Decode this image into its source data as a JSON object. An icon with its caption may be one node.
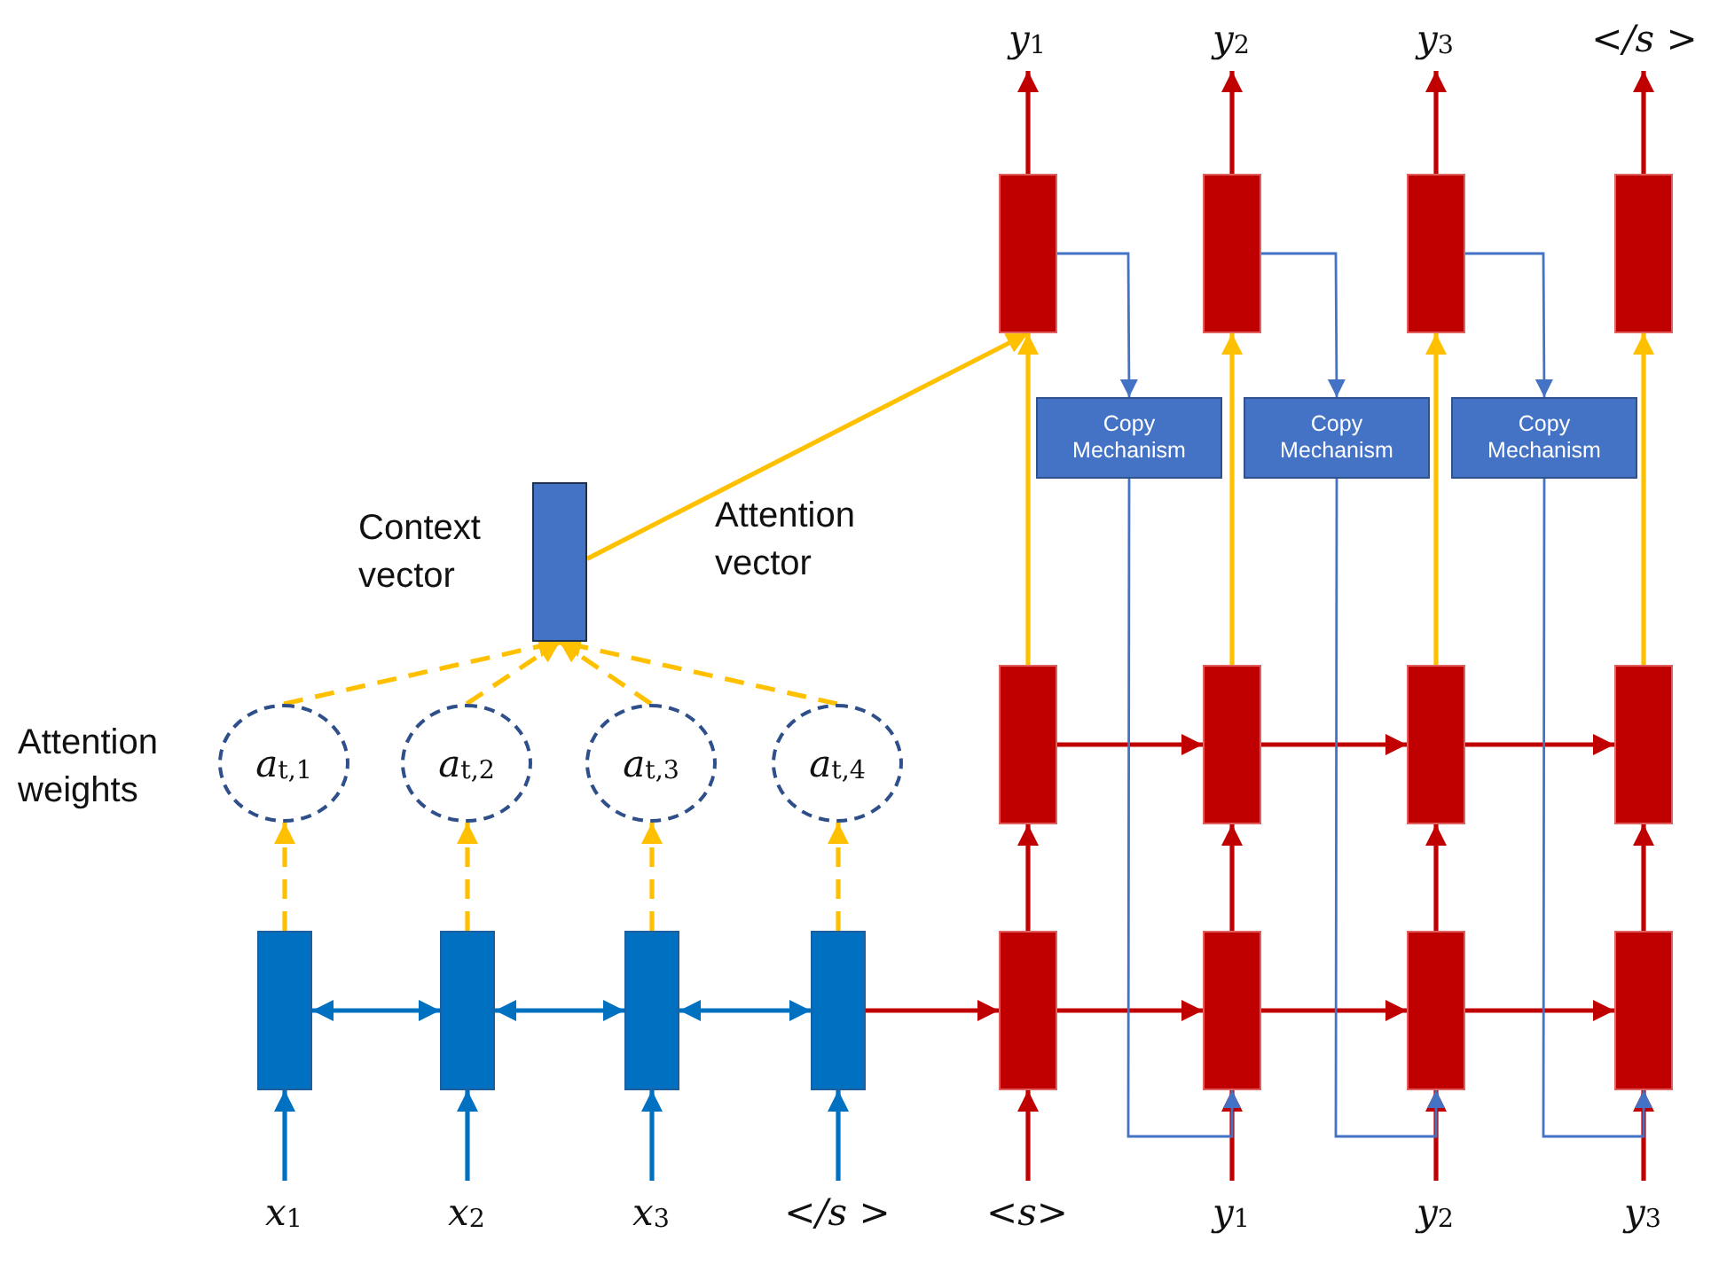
{
  "diagram": {
    "nodes": [
      {
        "text": [],
        "shape": "box"
      },
      {
        "text": [],
        "shape": "box"
      },
      {
        "text": [],
        "shape": "box"
      },
      {
        "text": [],
        "shape": "box"
      },
      {
        "text": [
          "a$_{t,1}$"
        ]
      },
      {
        "text": [
          "a$_{t,2}$"
        ]
      },
      {
        "text": [
          "a$_{t,3}$"
        ]
      },
      {
        "text": [
          "a$_{t,4}$"
        ]
      },
      {
        "text": [],
        "shape": "box",
        "beside": [
          "Context vector"
        ]
      },
      {
        "text": [],
        "shape": "box"
      },
      {
        "text": [],
        "shape": "box"
      },
      {
        "text": [],
        "shape": "box"
      },
      {
        "text": [],
        "shape": "box"
      },
      {
        "text": [],
        "shape": "box"
      },
      {
        "text": [],
        "shape": "box"
      },
      {
        "text": [],
        "shape": "box"
      },
      {
        "text": [],
        "shape": "box"
      },
      {
        "text": [],
        "shape": "box"
      },
      {
        "text": [],
        "shape": "box"
      },
      {
        "text": [],
        "shape": "box"
      },
      {
        "text": [],
        "shape": "box"
      },
      {
        "text": [
          "Copy Mechanism"
        ]
      },
      {
        "text": [
          "Copy Mechanism"
        ]
      },
      {
        "text": [
          "Copy Mechanism"
        ]
      },
      {
        "text": [
          "x$_{1}$"
        ]
      },
      {
        "text": [
          "x$_{2}$"
        ]
      },
      {
        "text": [
          "x$_{3}$"
        ]
      },
      {
        "text": [
          "</s >"
        ]
      },
      {
        "text": [
          "<s>"
        ]
      },
      {
        "text": [
          "y$_{1}$"
        ]
      },
      {
        "text": [
          "y$_{2}$"
        ]
      },
      {
        "text": [
          "y$_{3}$"
        ]
      },
      {
        "text": [
          "y$_{1}$"
        ]
      },
      {
        "text": [
          "y$_{2}$"
        ]
      },
      {
        "text": [
          "y$_{3}$"
        ]
      },
      {
        "text": [
          "</s >"
        ]
      }
    ],
    "edges": [
      {
        "from": 24,
        "to": 0,
        "arrow": "to",
        "color": "#0070c0"
      },
      {
        "from": 25,
        "to": 1,
        "arrow": "to",
        "color": "#0070c0"
      },
      {
        "from": 26,
        "to": 2,
        "arrow": "to",
        "color": "#0070c0"
      },
      {
        "from": 27,
        "to": 3,
        "arrow": "to",
        "color": "#0070c0"
      },
      {
        "from": 0,
        "to": 1,
        "arrow": "both",
        "color": "#0070c0"
      },
      {
        "from": 1,
        "to": 2,
        "arrow": "both",
        "color": "#0070c0"
      },
      {
        "from": 2,
        "to": 3,
        "arrow": "both",
        "color": "#0070c0"
      },
      {
        "from": 3,
        "to": 9,
        "arrow": "to"
      },
      {
        "from": 0,
        "to": 4,
        "arrow": "to",
        "style": "dashed",
        "color": "#ffc000"
      },
      {
        "from": 1,
        "to": 5,
        "arrow": "to",
        "style": "dashed",
        "color": "#ffc000"
      },
      {
        "from": 2,
        "to": 6,
        "arrow": "to",
        "style": "dashed",
        "color": "#ffc000"
      },
      {
        "from": 3,
        "to": 7,
        "arrow": "to",
        "style": "dashed",
        "color": "#ffc000"
      },
      {
        "from": 4,
        "to": 8,
        "arrow": "to",
        "style": "dashed",
        "color": "#ffc000"
      },
      {
        "from": 5,
        "to": 8,
        "arrow": "to",
        "style": "dashed",
        "color": "#ffc000"
      },
      {
        "from": 6,
        "to": 8,
        "arrow": "to",
        "style": "dashed",
        "color": "#ffc000"
      },
      {
        "from": 7,
        "to": 8,
        "arrow": "to",
        "style": "dashed",
        "color": "#ffc000"
      },
      {
        "from": 8,
        "to": 17,
        "arrow": "to",
        "color": "#ffc000",
        "label": "Attention vector"
      },
      {
        "from": 28,
        "to": 9,
        "arrow": "to"
      },
      {
        "from": 29,
        "to": 10,
        "arrow": "to"
      },
      {
        "from": 30,
        "to": 11,
        "arrow": "to"
      },
      {
        "from": 31,
        "to": 12,
        "arrow": "to"
      },
      {
        "from": 9,
        "to": 13,
        "arrow": "to"
      },
      {
        "from": 10,
        "to": 14,
        "arrow": "to"
      },
      {
        "from": 11,
        "to": 15,
        "arrow": "to"
      },
      {
        "from": 12,
        "to": 16,
        "arrow": "to"
      },
      {
        "from": 9,
        "to": 10,
        "arrow": "to"
      },
      {
        "from": 10,
        "to": 11,
        "arrow": "to"
      },
      {
        "from": 11,
        "to": 12,
        "arrow": "to"
      },
      {
        "from": 13,
        "to": 14,
        "arrow": "to"
      },
      {
        "from": 14,
        "to": 15,
        "arrow": "to"
      },
      {
        "from": 15,
        "to": 16,
        "arrow": "to"
      },
      {
        "from": 13,
        "to": 17,
        "arrow": "to",
        "color": "#ffc000"
      },
      {
        "from": 14,
        "to": 18,
        "arrow": "to",
        "color": "#ffc000"
      },
      {
        "from": 15,
        "to": 19,
        "arrow": "to",
        "color": "#ffc000"
      },
      {
        "from": 16,
        "to": 20,
        "arrow": "to",
        "color": "#ffc000"
      },
      {
        "from": 17,
        "to": 32,
        "arrow": "to"
      },
      {
        "from": 18,
        "to": 33,
        "arrow": "to"
      },
      {
        "from": 19,
        "to": 34,
        "arrow": "to"
      },
      {
        "from": 20,
        "to": 35,
        "arrow": "to"
      },
      {
        "from": 17,
        "to": 21,
        "arrow": "to",
        "color": "#4472c4"
      },
      {
        "from": 18,
        "to": 22,
        "arrow": "to",
        "color": "#4472c4"
      },
      {
        "from": 19,
        "to": 23,
        "arrow": "to",
        "color": "#4472c4"
      },
      {
        "from": 21,
        "to": 10,
        "arrow": "to",
        "color": "#4472c4"
      },
      {
        "from": 22,
        "to": 11,
        "arrow": "to",
        "color": "#4472c4"
      },
      {
        "from": 23,
        "to": 12,
        "arrow": "to",
        "color": "#4472c4"
      }
    ],
    "labels": [
      "Attention weights"
    ]
  }
}
